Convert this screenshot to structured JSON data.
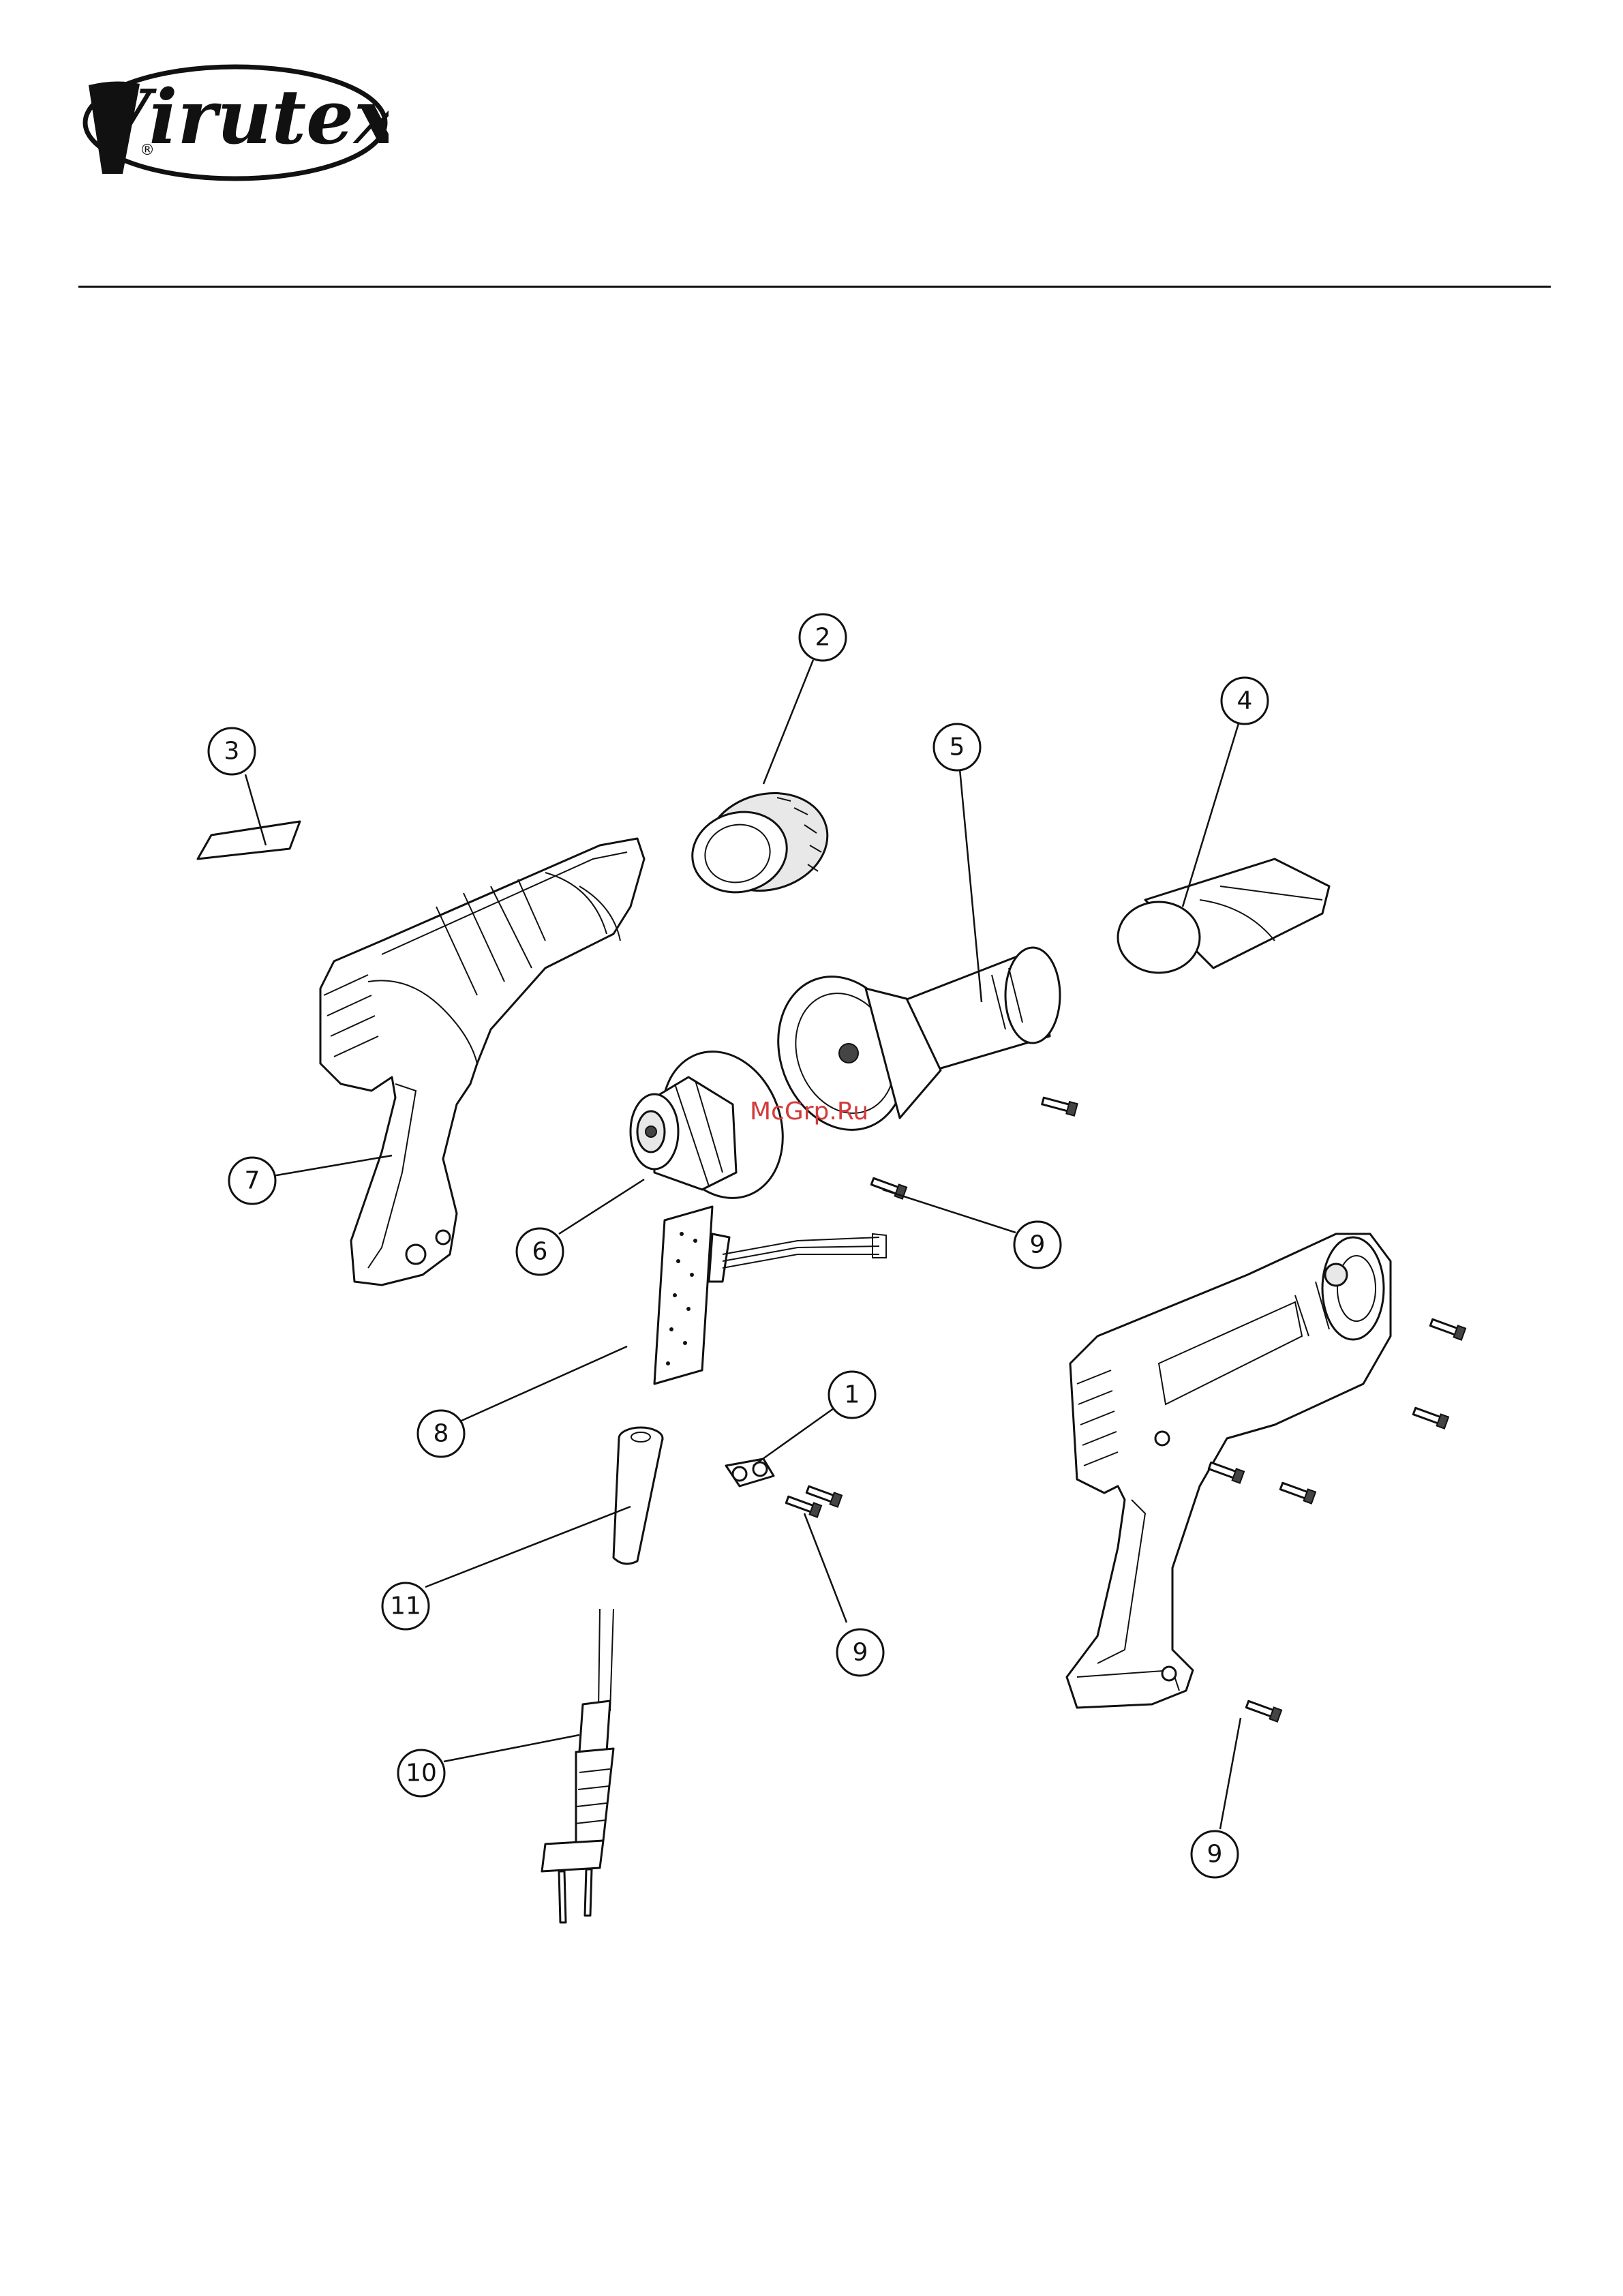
{
  "brand": {
    "logo_text": "Virutex",
    "registered_mark": "®"
  },
  "watermark": "McGrp.Ru",
  "callouts": [
    {
      "id": "c1",
      "label": "1"
    },
    {
      "id": "c2",
      "label": "2"
    },
    {
      "id": "c3",
      "label": "3"
    },
    {
      "id": "c4",
      "label": "4"
    },
    {
      "id": "c5",
      "label": "5"
    },
    {
      "id": "c6",
      "label": "6"
    },
    {
      "id": "c7",
      "label": "7"
    },
    {
      "id": "c8",
      "label": "8"
    },
    {
      "id": "c9a",
      "label": "9"
    },
    {
      "id": "c9b",
      "label": "9"
    },
    {
      "id": "c9c",
      "label": "9"
    },
    {
      "id": "c10",
      "label": "10"
    },
    {
      "id": "c11",
      "label": "11"
    }
  ],
  "colors": {
    "line": "#111111",
    "watermark": "#d23b3b",
    "background": "#ffffff"
  }
}
